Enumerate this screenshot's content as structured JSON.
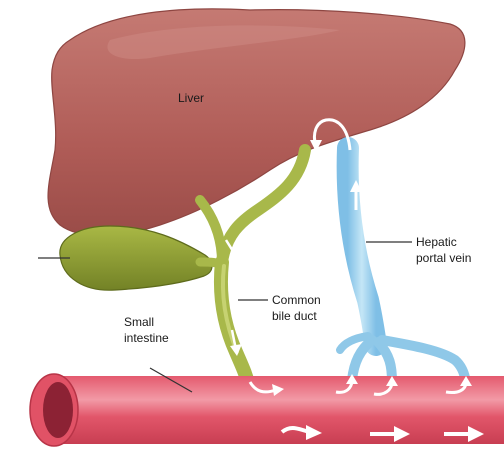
{
  "labels": {
    "liver": "Liver",
    "hepatic_portal_vein_line1": "Hepatic",
    "hepatic_portal_vein_line2": "portal vein",
    "common_bile_duct_line1": "Common",
    "common_bile_duct_line2": "bile duct",
    "small_intestine_line1": "Small",
    "small_intestine_line2": "intestine"
  },
  "colors": {
    "liver": "#b05c57",
    "liver_highlight": "#c87a72",
    "gallbladder": "#8a9a2e",
    "bile_duct": "#a8b84a",
    "portal_vein": "#8fc8e8",
    "intestine": "#d94a5e",
    "intestine_light": "#f08a98",
    "arrow": "#ffffff"
  }
}
